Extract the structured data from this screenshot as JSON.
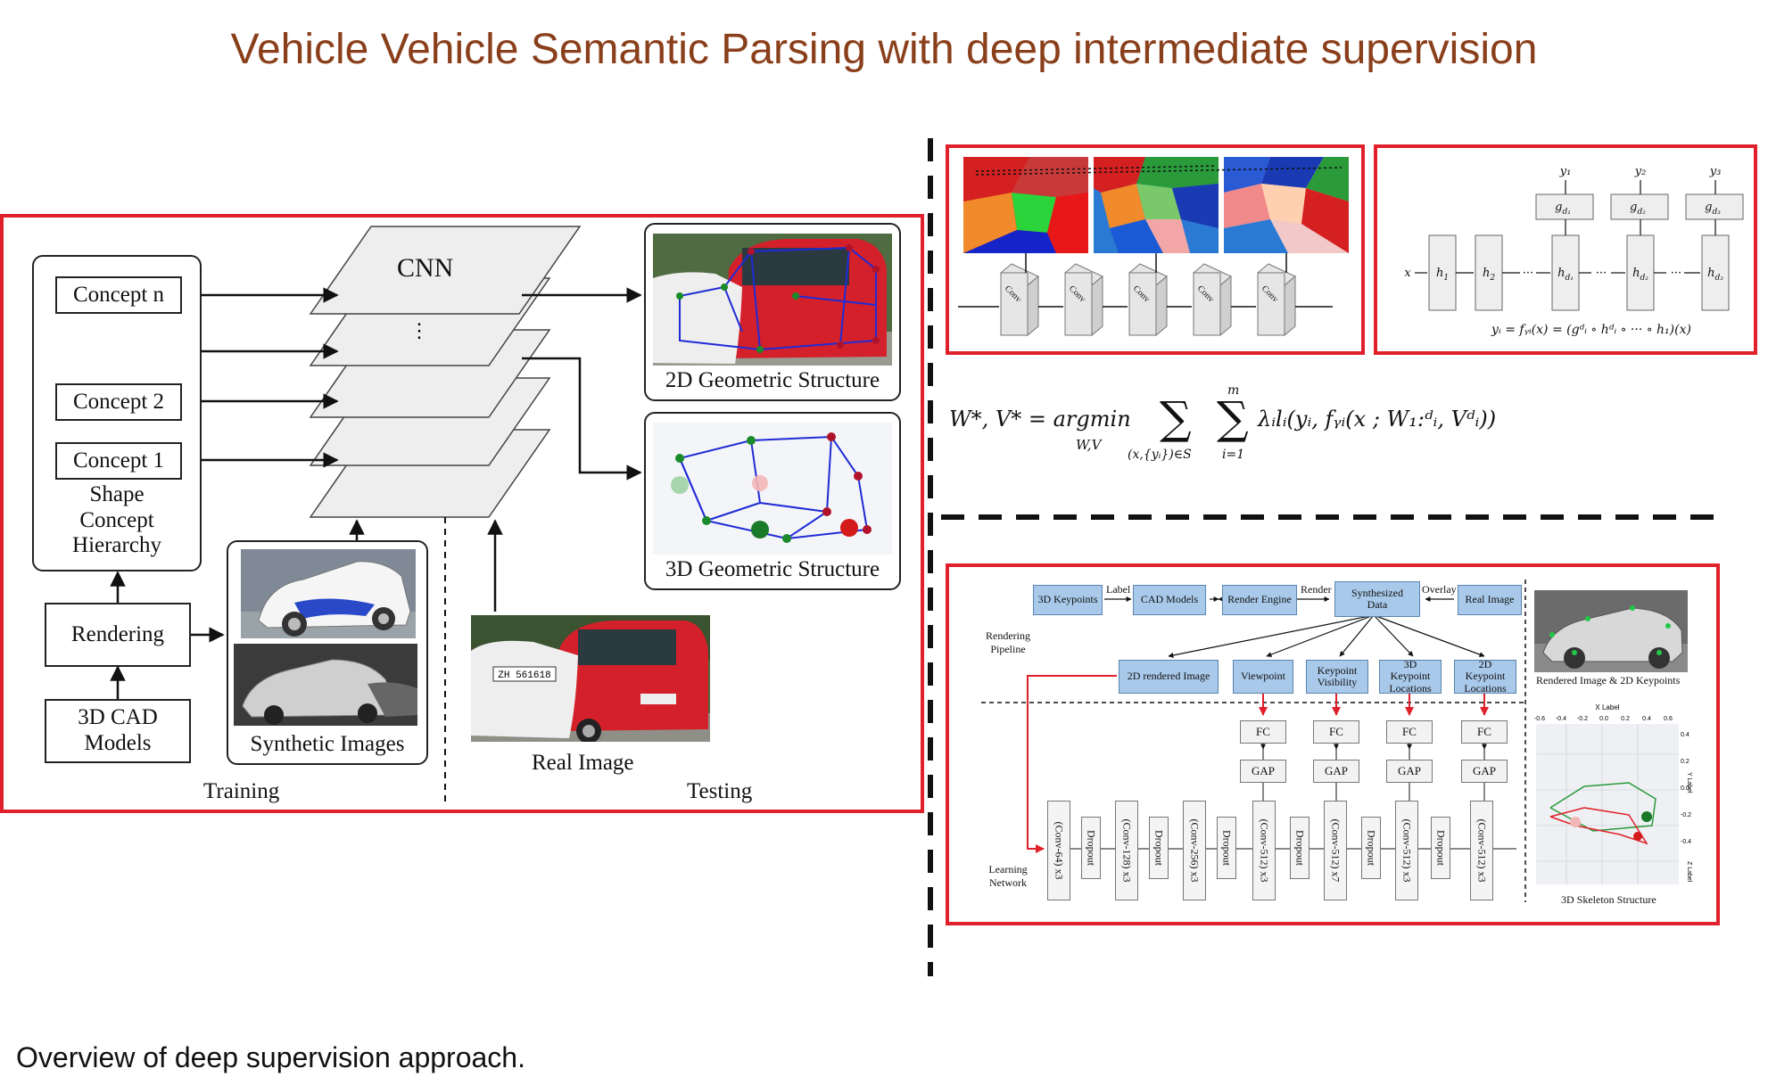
{
  "title": "Vehicle Vehicle Semantic Parsing with deep intermediate supervision",
  "caption": "Overview of deep supervision approach.",
  "left_panel": {
    "concepts": [
      "Concept n",
      "Concept 2",
      "Concept 1"
    ],
    "hierarchy_label": "Shape Concept Hierarchy",
    "rendering": "Rendering",
    "cad": "3D CAD Models",
    "cnn": "CNN",
    "synthetic": "Synthetic Images",
    "real": "Real Image",
    "geo2d": "2D Geometric Structure",
    "geo3d": "3D Geometric Structure",
    "training": "Training",
    "testing": "Testing",
    "plate_text": "ZH 561618"
  },
  "conv_panel": {
    "conv_label": "Conv"
  },
  "net_panel": {
    "x": "x",
    "h": [
      "h",
      "h",
      "h",
      "h",
      "h"
    ],
    "h_sub": [
      "1",
      "2",
      "d₁",
      "d₂",
      "d₃"
    ],
    "g": [
      "g",
      "g",
      "g"
    ],
    "g_sub": [
      "d₁",
      "d₂",
      "d₃"
    ],
    "y": [
      "y₁",
      "y₂",
      "y₃"
    ],
    "dots": "···",
    "equation": "yᵢ = fᵧᵢ(x) = (gᵈᵢ ∘ hᵈᵢ ∘ ··· ∘ h₁)(x)"
  },
  "formula": {
    "lhs": "W*, V* = argmin",
    "under": "W,V",
    "sum1_under": "(x,{yᵢ})∈S",
    "sum2_over": "m",
    "sum2_under": "i=1",
    "body": "λᵢlᵢ(yᵢ, fᵧᵢ(x ; W₁:ᵈᵢ, Vᵈᵢ))"
  },
  "pipeline": {
    "top_boxes": [
      "3D Keypoints",
      "CAD Models",
      "Render Engine",
      "Synthesized Data",
      "Real Image"
    ],
    "edge_labels": [
      "Label",
      "Render",
      "Overlay"
    ],
    "rendering_pipeline": "Rendering Pipeline",
    "mid_boxes": [
      "2D rendered Image",
      "Viewpoint",
      "Keypoint Visibility",
      "3D Keypoint Locations",
      "2D Keypoint Locations"
    ],
    "fc": "FC",
    "gap": "GAP",
    "learning_network": "Learning Network",
    "layers": [
      "(Conv-64) x3",
      "Dropout",
      "(Conv-128) x3",
      "Dropout",
      "(Conv-256) x3",
      "Dropout",
      "(Conv-512) x3",
      "Dropout",
      "(Conv-512) x7",
      "Dropout",
      "(Conv-512) x3",
      "Dropout",
      "(Conv-512) x3"
    ],
    "rendered_caption": "Rendered Image & 2D Keypoints",
    "skeleton_caption": "3D Skeleton Structure",
    "x_label": "X Label",
    "x_ticks": [
      "-0.6",
      "-0.4",
      "-0.2",
      "0.0",
      "0.2",
      "0.4",
      "0.6"
    ],
    "y_ticks": [
      "0.4",
      "0.2",
      "0.0",
      "-0.2",
      "-0.4"
    ],
    "y_label": "Y Label",
    "z_label": "Z Label"
  },
  "colors": {
    "title": "#8a3f1b",
    "red_box": "#e0202a",
    "blue_box": "#a9c9ea",
    "car_red": "#d4202a"
  }
}
